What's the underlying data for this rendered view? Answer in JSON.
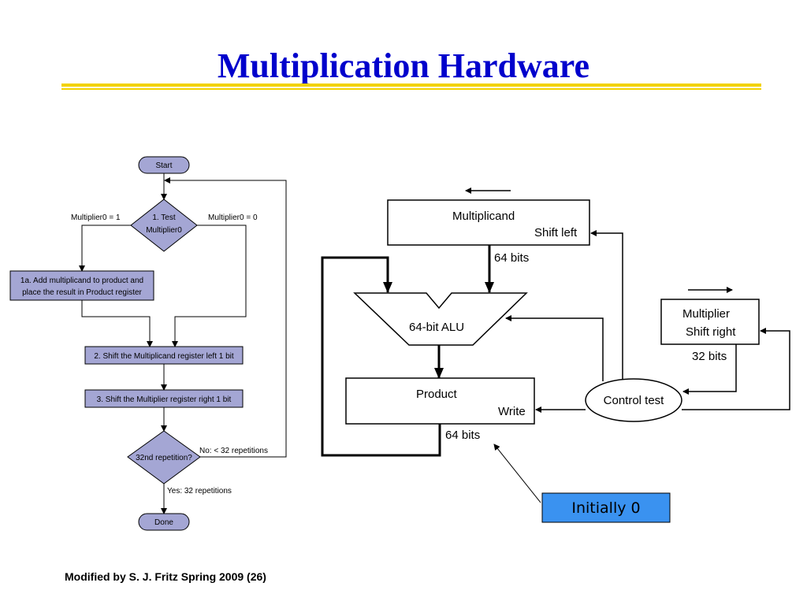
{
  "slide": {
    "title": "Multiplication Hardware",
    "footer": "Modified by S. J. Fritz  Spring 2009 (26)"
  },
  "flowchart": {
    "start": "Start",
    "test_line1": "1.  Test",
    "test_line2": "Multiplier0",
    "branch_left": "Multiplier0 = 1",
    "branch_right": "Multiplier0 = 0",
    "step1a_line1": "1a.  Add multiplicand to product and",
    "step1a_line2": "place the result in Product register",
    "step2": "2.  Shift the Multiplicand register left 1 bit",
    "step3": "3.  Shift the Multiplier register right 1 bit",
    "repeat_line1": "32nd repetition?",
    "no_label": "No: < 32 repetitions",
    "yes_label": "Yes: 32 repetitions",
    "done": "Done"
  },
  "hardware": {
    "multiplicand": "Multiplicand",
    "shift_left": "Shift left",
    "bits64_top": "64 bits",
    "alu": "64-bit ALU",
    "product": "Product",
    "write": "Write",
    "bits64_bottom": "64 bits",
    "multiplier": "Multiplier",
    "shift_right": "Shift right",
    "bits32": "32 bits",
    "control": "Control test",
    "initially": "Initially 0"
  },
  "colors": {
    "title": "#0000cc",
    "rule": "#f2d200",
    "flow_box": "#a4a6d4",
    "callout": "#3a92f0"
  }
}
